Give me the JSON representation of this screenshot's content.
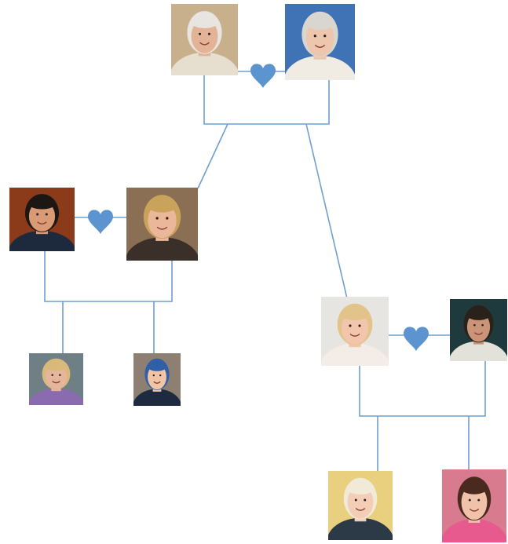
{
  "diagram": {
    "type": "family-tree",
    "line_color": "#6f9fd0",
    "heart_color": "#5b94cf"
  },
  "people": [
    {
      "id": "grandfather",
      "icon": "elderly-man-portrait",
      "bg": "#c9b08c",
      "skin": "#e3b397",
      "hair": "#e8e4df",
      "shirt": "#e6dfcf"
    },
    {
      "id": "grandmother",
      "icon": "elderly-woman-portrait",
      "bg": "#3f73b6",
      "skin": "#ecc6ad",
      "hair": "#d9d6cf",
      "shirt": "#f0ece4"
    },
    {
      "id": "son",
      "icon": "man-portrait",
      "bg": "#8b3a1a",
      "skin": "#d99a76",
      "hair": "#1d1714",
      "shirt": "#1d2a3e"
    },
    {
      "id": "daughter-in-law",
      "icon": "woman-portrait",
      "bg": "#8a6f55",
      "skin": "#eab79a",
      "hair": "#c9a35c",
      "shirt": "#3a3029"
    },
    {
      "id": "grandchild-1",
      "icon": "girl-portrait",
      "bg": "#6f7f86",
      "skin": "#e5b59c",
      "hair": "#d8b97a",
      "shirt": "#8a6bb0"
    },
    {
      "id": "grandchild-2",
      "icon": "boy-cap-portrait",
      "bg": "#8d7f72",
      "skin": "#f0c4a5",
      "hair": "#2e5fa8",
      "shirt": "#1e2a40"
    },
    {
      "id": "daughter",
      "icon": "woman-portrait",
      "bg": "#e7e5e2",
      "skin": "#f2c6ad",
      "hair": "#e2c48b",
      "shirt": "#f4ece6"
    },
    {
      "id": "son-in-law",
      "icon": "man-portrait",
      "bg": "#1f3a3c",
      "skin": "#c99478",
      "hair": "#2a211b",
      "shirt": "#e2e1da"
    },
    {
      "id": "grandchild-3",
      "icon": "baby-portrait",
      "bg": "#e9d07e",
      "skin": "#f3cdb6",
      "hair": "#f1ead8",
      "shirt": "#2c3a48"
    },
    {
      "id": "grandchild-4",
      "icon": "girl-portrait",
      "bg": "#d97b8e",
      "skin": "#f1c2aa",
      "hair": "#4a2a1e",
      "shirt": "#e65a8e"
    }
  ]
}
